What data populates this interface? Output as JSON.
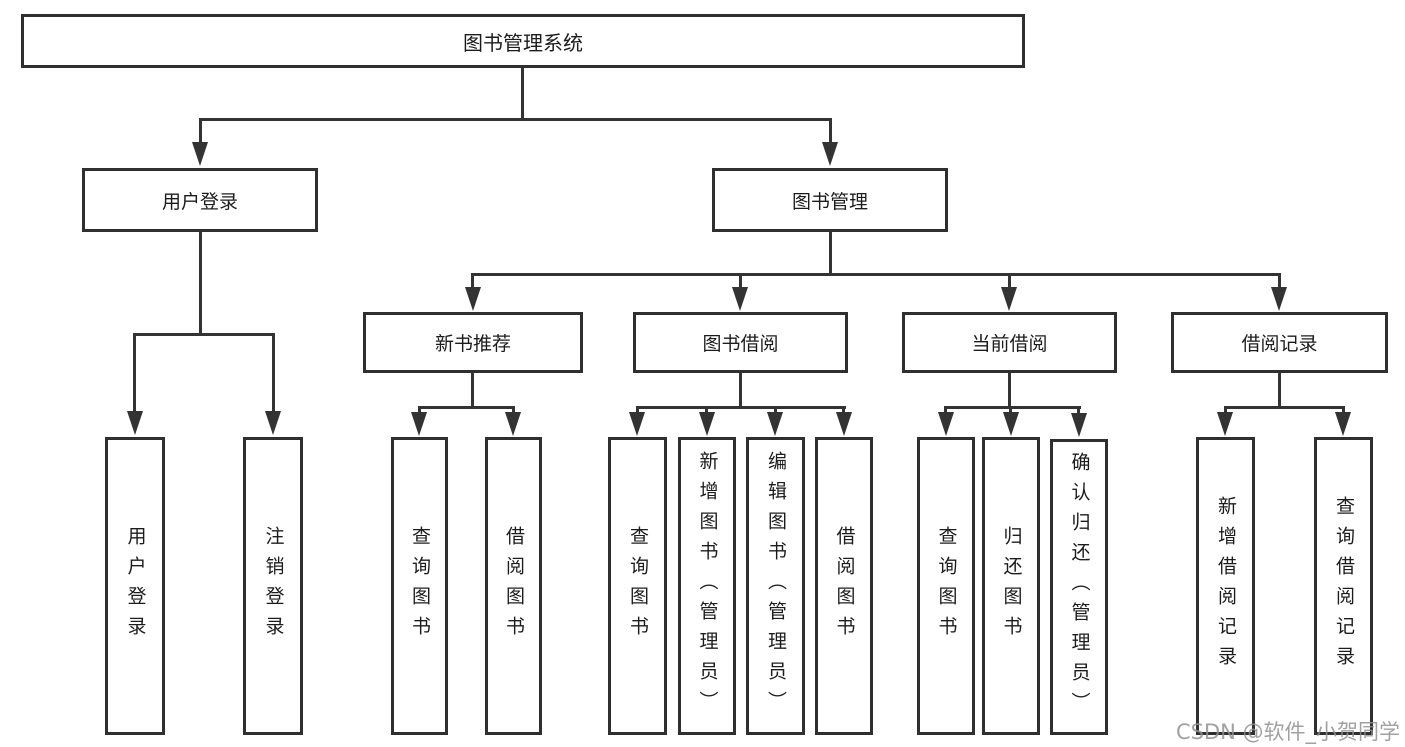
{
  "diagram_type": "hierarchy-tree",
  "colors": {
    "background": "#ffffff",
    "box_border": "#2f2f2f",
    "line": "#333333",
    "text": "#1c1c1c",
    "watermark": "#919191"
  },
  "tree": {
    "label": "图书管理系统",
    "children": [
      {
        "label": "用户登录",
        "children": [
          {
            "label": "用户登录"
          },
          {
            "label": "注销登录"
          }
        ]
      },
      {
        "label": "图书管理",
        "children": [
          {
            "label": "新书推荐",
            "children": [
              {
                "label": "查询图书"
              },
              {
                "label": "借阅图书"
              }
            ]
          },
          {
            "label": "图书借阅",
            "children": [
              {
                "label": "查询图书"
              },
              {
                "label": "新增图书（管理员）"
              },
              {
                "label": "编辑图书（管理员）"
              },
              {
                "label": "借阅图书"
              }
            ]
          },
          {
            "label": "当前借阅",
            "children": [
              {
                "label": "查询图书"
              },
              {
                "label": "归还图书"
              },
              {
                "label": "确认归还（管理员）"
              }
            ]
          },
          {
            "label": "借阅记录",
            "children": [
              {
                "label": "新增借阅记录"
              },
              {
                "label": "查询借阅记录"
              }
            ]
          }
        ]
      }
    ]
  },
  "watermark": {
    "text": "CSDN @软件_小贺同学"
  }
}
